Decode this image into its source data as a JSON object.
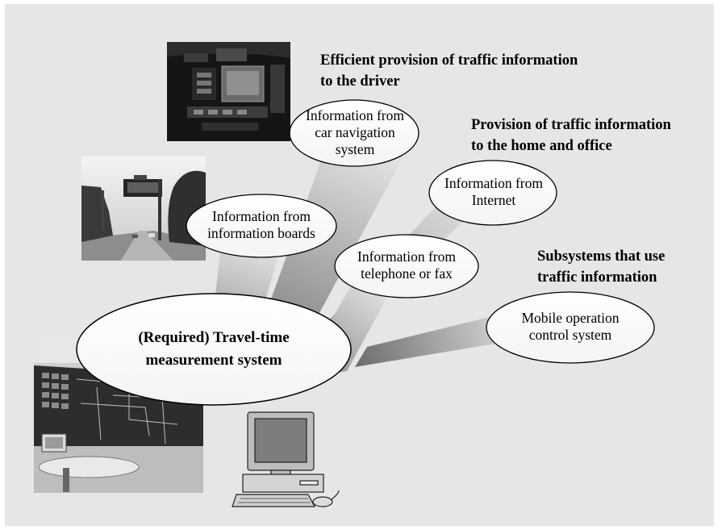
{
  "headings": {
    "driver": "Efficient provision of traffic information\nto the driver",
    "home_office": "Provision of traffic information\nto the home and office",
    "subsystems": "Subsystems that use\ntraffic information"
  },
  "bubbles": {
    "car_navigation": "Information from\ncar navigation system",
    "info_boards": "Information from\ninformation boards",
    "internet": "Information from\nInternet",
    "telephone_fax": "Information from\ntelephone or fax",
    "mobile_operation": "Mobile operation\ncontrol system",
    "travel_time": "(Required) Travel-time\nmeasurement system"
  },
  "images": {
    "car_dashboard": "car-navigation-dashboard-photo",
    "street_sign": "roadside-information-board-photo",
    "control_room": "traffic-control-room-photo",
    "computer": "desktop-computer-icon"
  },
  "colors": {
    "background": "#e6e6e6",
    "bubble_fill": "#ffffff",
    "beam_dark": "#6e6e6e",
    "beam_light": "#e6e6e6"
  }
}
